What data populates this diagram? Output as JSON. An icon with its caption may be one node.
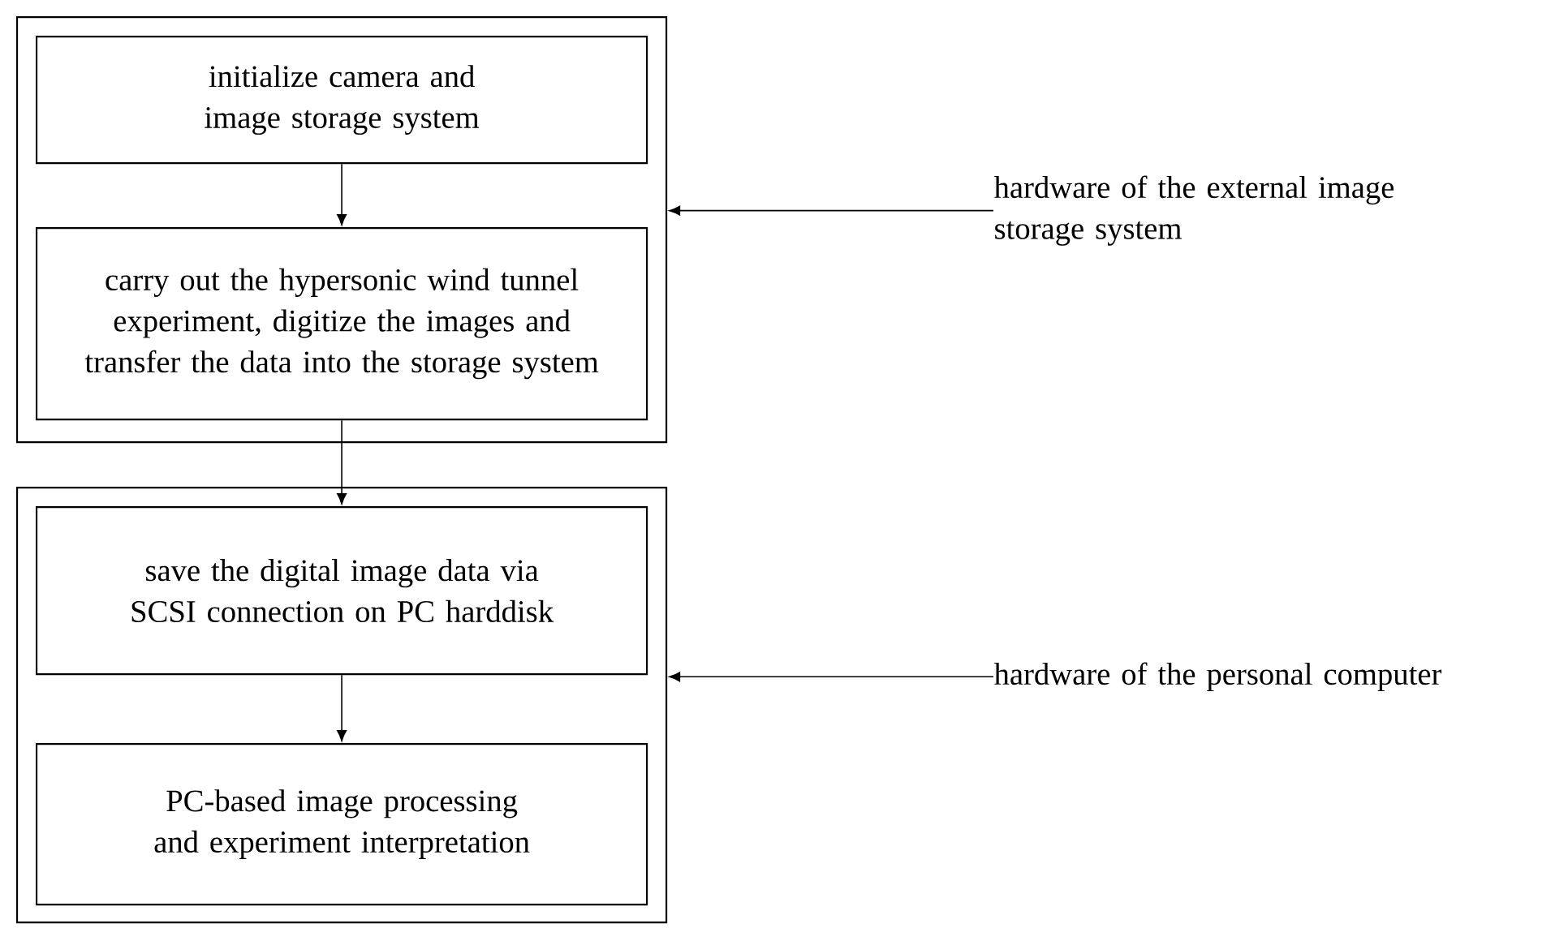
{
  "diagram": {
    "nodes": [
      {
        "text": [],
        "shape": "box"
      },
      {
        "text": [
          "initialize camera and image storage system"
        ],
        "in": 0
      },
      {
        "text": [
          "carry out the hypersonic wind tunnel experiment, digitize the images and transfer the data into the storage system"
        ],
        "in": 0
      },
      {
        "text": [],
        "shape": "box"
      },
      {
        "text": [
          "save the digital image data via SCSI connection on PC harddisk"
        ],
        "in": 3
      },
      {
        "text": [
          "PC-based image processing and experiment interpretation"
        ],
        "in": 3
      },
      {
        "text": [
          "hardware of the external image storage system"
        ]
      },
      {
        "text": [
          "hardware of the personal computer"
        ]
      }
    ],
    "edges": [
      {
        "from": 1,
        "to": 2,
        "arrow": "to"
      },
      {
        "from": 2,
        "to": 4,
        "arrow": "to"
      },
      {
        "from": 4,
        "to": 5,
        "arrow": "to"
      },
      {
        "from": 6,
        "to": 0,
        "arrow": "to"
      },
      {
        "from": 7,
        "to": 3,
        "arrow": "to"
      }
    ]
  }
}
